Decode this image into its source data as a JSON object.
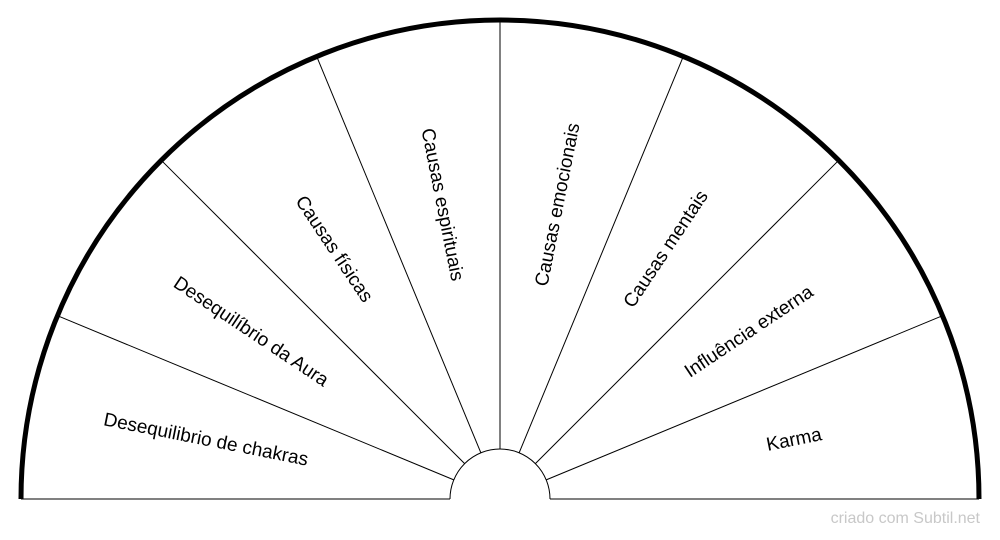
{
  "colors": {
    "line": "#000000",
    "background": "#ffffff",
    "credit": "#c8c8c8"
  },
  "segments": [
    "Desequilibrio de chakras",
    "Desequilíbrio da Aura",
    "Causas físicas",
    "Causas espirituais",
    "Causas emocionais",
    "Causas mentais",
    "Influência externa",
    "Karma"
  ],
  "credit": "criado com Subtil.net"
}
